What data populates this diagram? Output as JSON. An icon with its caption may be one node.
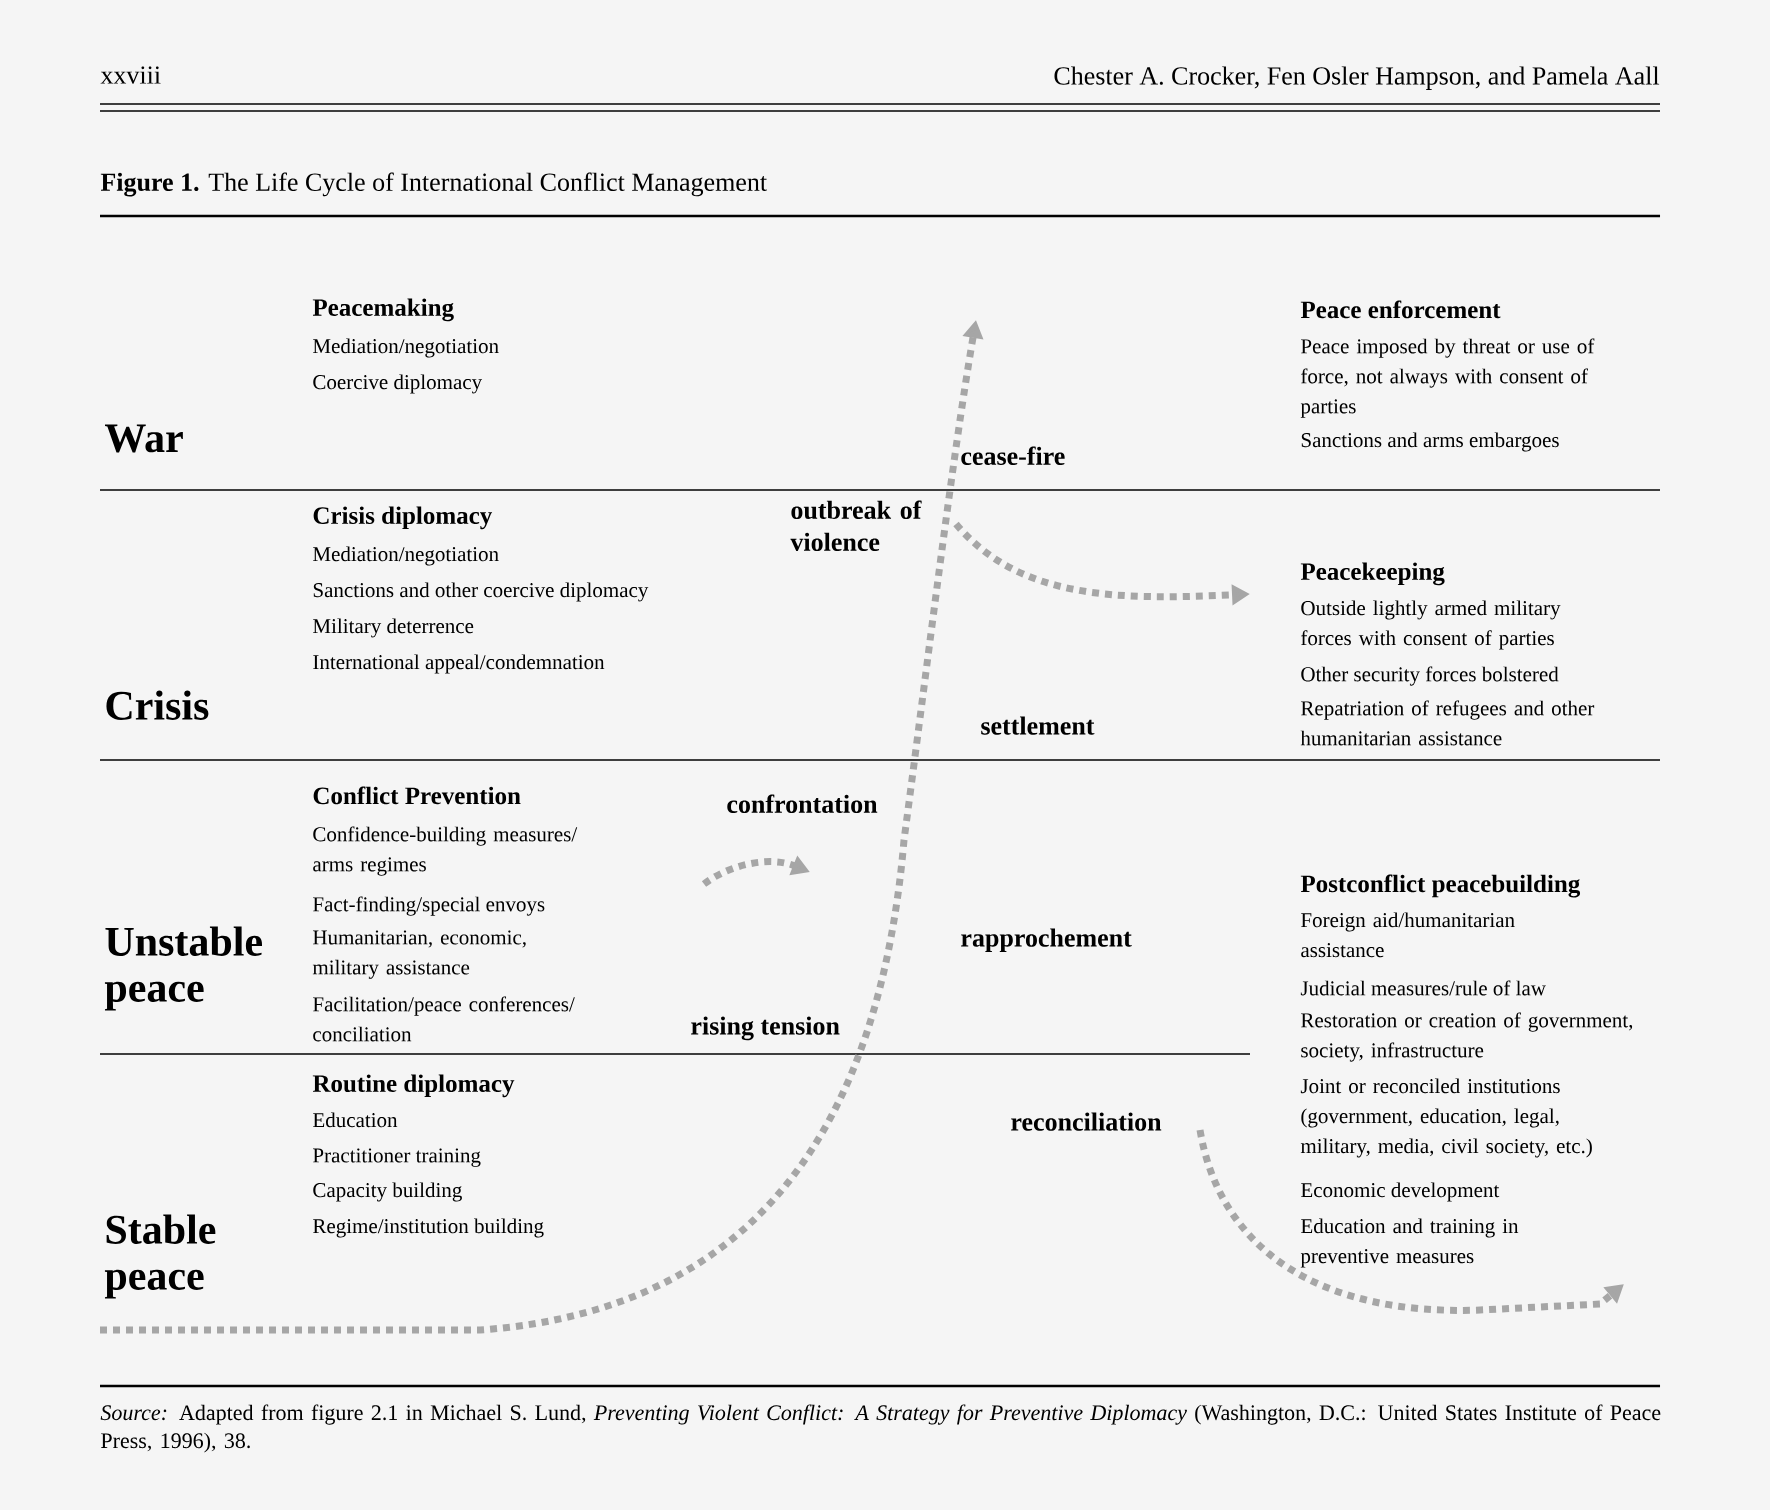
{
  "diagram": {
    "title": "**Figure 1.** The Life Cycle of International Conflict Management",
    "caption": "*Source:* Adapted from figure 2.1 in Michael S. Lund, *Preventing Violent Conflict: A Strategy for Preventive Diplomacy* (Washington, D.C.: United States Institute of Peace Press, 1996), 38.",
    "labels": [
      "xxviii",
      "Chester A. Crocker, Fen Osler Hampson, and Pamela Aall",
      "Peacemaking",
      "Mediation/negotiation",
      "Coercive diplomacy",
      "Peace enforcement",
      "Peace imposed by threat or use of force, not always with consent of parties",
      "Sanctions and arms embargoes",
      "War",
      "cease-fire",
      "outbreak of violence",
      "Crisis diplomacy",
      "Mediation/negotiation",
      "Sanctions and other coercive diplomacy",
      "Military deterrence",
      "International appeal/condemnation",
      "Peacekeeping",
      "Outside lightly armed military forces with consent of parties",
      "Other security forces bolstered",
      "Repatriation of refugees and other humanitarian assistance",
      "Crisis",
      "settlement",
      "Conflict Prevention",
      "Confidence-building measures/ arms regimes",
      "confrontation",
      "Fact-finding/special envoys",
      "Humanitarian, economic, military assistance",
      "Postconflict peacebuilding",
      "Foreign aid/humanitarian assistance",
      "rapprochement",
      "Unstable peace",
      "Facilitation/peace conferences/ conciliation",
      "Judicial measures/rule of law",
      "rising tension",
      "Routine diplomacy",
      "Restoration or creation of government, society, infrastructure",
      "Education",
      "Practitioner training",
      "Joint or reconciled institutions (government, education, legal, military, media, civil society, etc.)",
      "reconciliation",
      "Capacity building",
      "Regime/institution building",
      "Economic development",
      "Education and training in preventive measures",
      "Stable peace"
    ]
  }
}
